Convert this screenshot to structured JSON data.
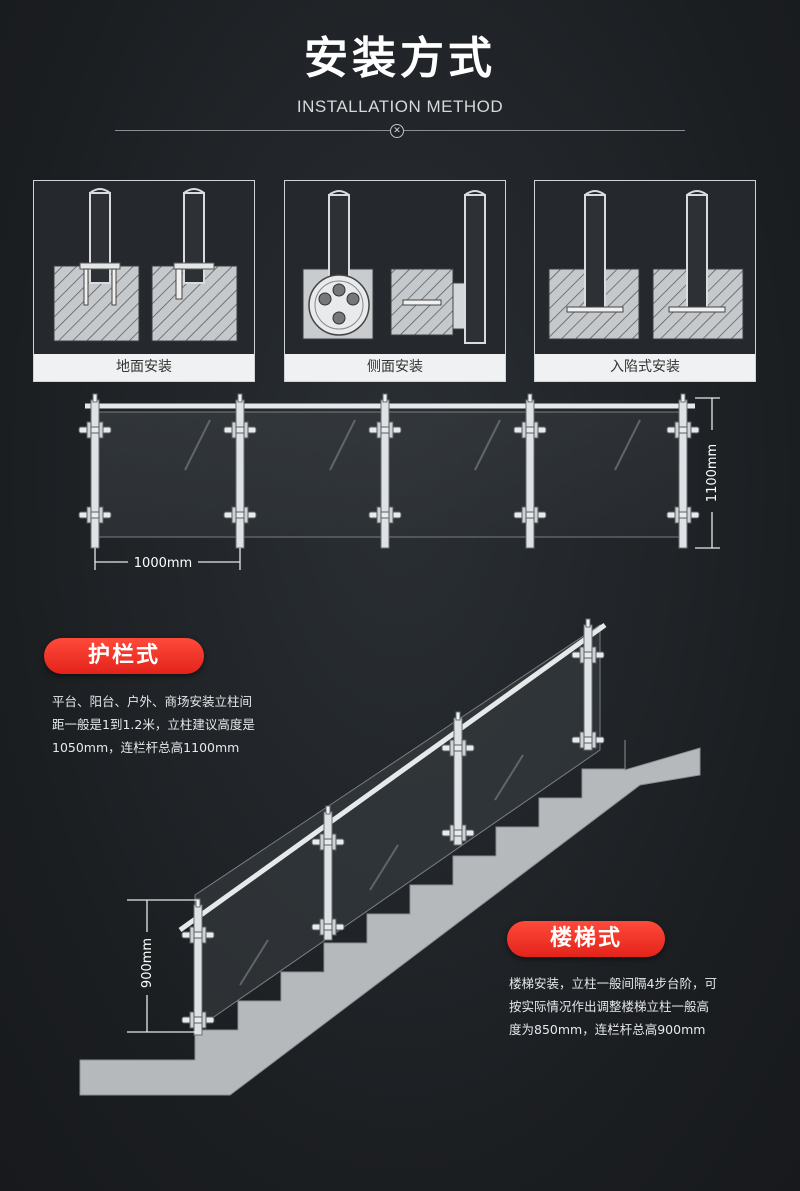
{
  "header": {
    "title": "安装方式",
    "subtitle": "INSTALLATION METHOD"
  },
  "panels": [
    {
      "label": "地面安装"
    },
    {
      "label": "侧面安装"
    },
    {
      "label": "入陷式安装"
    }
  ],
  "dimensions": {
    "post_spacing": "1000mm",
    "rail_height": "1100mm",
    "stair_height": "900mm"
  },
  "guardrail": {
    "badge": "护栏式",
    "lines": [
      "平台、阳台、户外、商场安装立柱间",
      "距一般是1到1.2米，立柱建议高度是",
      "1050mm，连栏杆总高1100mm"
    ]
  },
  "stair": {
    "badge": "楼梯式",
    "lines": [
      "楼梯安装，立柱一般间隔4步台阶，可",
      "按实际情况作出调整楼梯立柱一般高",
      "度为850mm，连栏杆总高900mm"
    ]
  },
  "colors": {
    "badge": "#e3231a",
    "line": "#d0d3d6",
    "concrete": "#bfc3c6",
    "step": "#a9acaf"
  }
}
